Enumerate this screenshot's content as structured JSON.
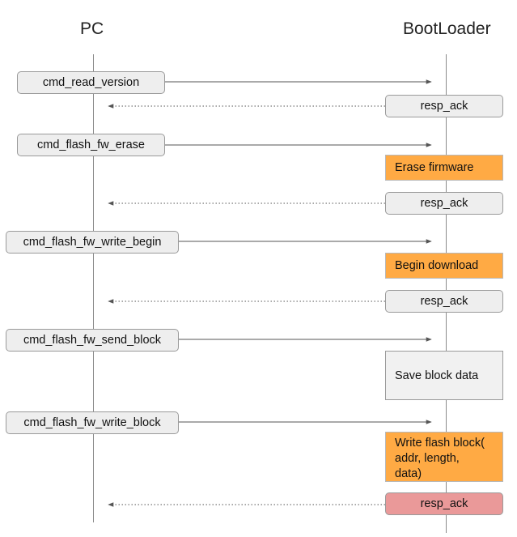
{
  "actors": {
    "left": "PC",
    "right": "BootLoader"
  },
  "messages": [
    {
      "label": "cmd_read_version",
      "kind": "command"
    },
    {
      "label": "resp_ack",
      "kind": "response"
    },
    {
      "label": "cmd_flash_fw_erase",
      "kind": "command"
    },
    {
      "label": "Erase firmware",
      "kind": "action"
    },
    {
      "label": "resp_ack",
      "kind": "response"
    },
    {
      "label": "cmd_flash_fw_write_begin",
      "kind": "command"
    },
    {
      "label": "Begin download",
      "kind": "action"
    },
    {
      "label": "resp_ack",
      "kind": "response"
    },
    {
      "label": "cmd_flash_fw_send_block",
      "kind": "command"
    },
    {
      "label": "Save block data",
      "kind": "action"
    },
    {
      "label": "cmd_flash_fw_write_block",
      "kind": "command"
    },
    {
      "label": "Write flash block(\naddr, length,\ndata)",
      "kind": "action"
    },
    {
      "label": "resp_ack",
      "kind": "response"
    }
  ],
  "colors": {
    "command_fill": "#eeeeee",
    "action_fill": "#ffaa44",
    "plain_action_fill": "#f1f1f1",
    "final_response_fill": "#ea9999",
    "line": "#555555"
  }
}
